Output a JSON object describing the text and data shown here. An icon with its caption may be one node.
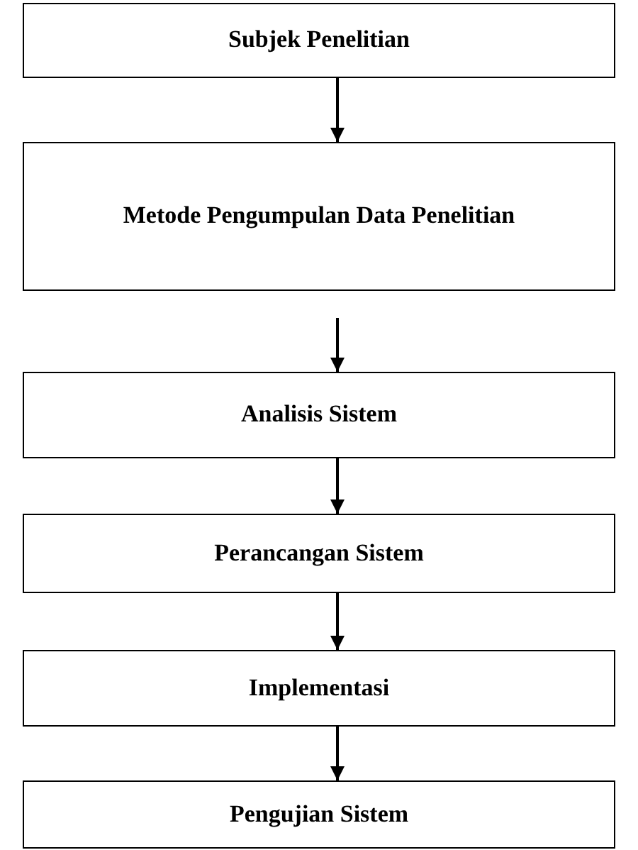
{
  "diagram": {
    "nodes": [
      {
        "text": [
          "Subjek Penelitian"
        ]
      },
      {
        "text": [
          "Metode Pengumpulan Data Penelitian"
        ]
      },
      {
        "text": [
          "Analisis Sistem"
        ]
      },
      {
        "text": [
          "Perancangan Sistem"
        ]
      },
      {
        "text": [
          "Implementasi"
        ]
      },
      {
        "text": [
          "Pengujian Sistem"
        ]
      }
    ],
    "edges": [
      {
        "from": 0,
        "to": 1,
        "arrow": "to"
      },
      {
        "from": 1,
        "to": 2,
        "arrow": "to"
      },
      {
        "from": 2,
        "to": 3,
        "arrow": "to"
      },
      {
        "from": 3,
        "to": 4,
        "arrow": "to"
      },
      {
        "from": 4,
        "to": 5,
        "arrow": "to"
      }
    ]
  }
}
